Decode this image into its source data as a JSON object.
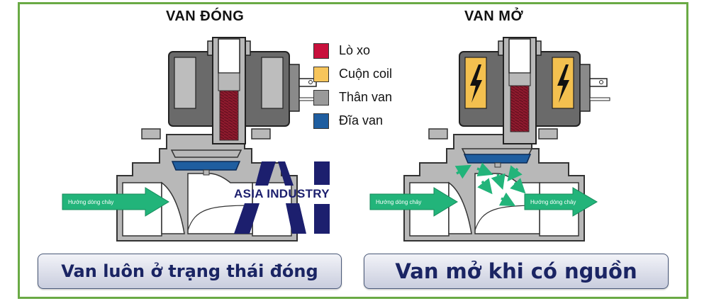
{
  "closed_panel": {
    "title": "VAN ĐÓNG",
    "caption": "Van luôn ở trạng thái đóng",
    "flow_label": "Hướng dòng chảy"
  },
  "open_panel": {
    "title": "VAN MỞ",
    "caption": "Van mở khi có nguồn",
    "flow_label_in": "Hướng dòng chảy",
    "flow_label_out": "Hướng dòng chảy"
  },
  "legend": {
    "items": [
      {
        "label": "Lò xo",
        "color": "#c8103c"
      },
      {
        "label": "Cuộn coil",
        "color": "#f7c55b"
      },
      {
        "label": "Thân van",
        "color": "#9a9a9a"
      },
      {
        "label": "Đĩa van",
        "color": "#1f5ea0"
      }
    ]
  },
  "watermark": {
    "text": "ASIA INDUSTRY",
    "monogram": "AI",
    "color": "#1c1f6e"
  },
  "colors": {
    "frame": "#6aaa45",
    "flow_arrow": "#22b47a",
    "spring": "#8e1a2e",
    "coil_body": "#6a6a6a",
    "coil_inner_off": "#bdbdbd",
    "coil_inner_on": "#f3c04f",
    "valve_body": "#b8b8b8",
    "disc": "#1f5ea0"
  }
}
